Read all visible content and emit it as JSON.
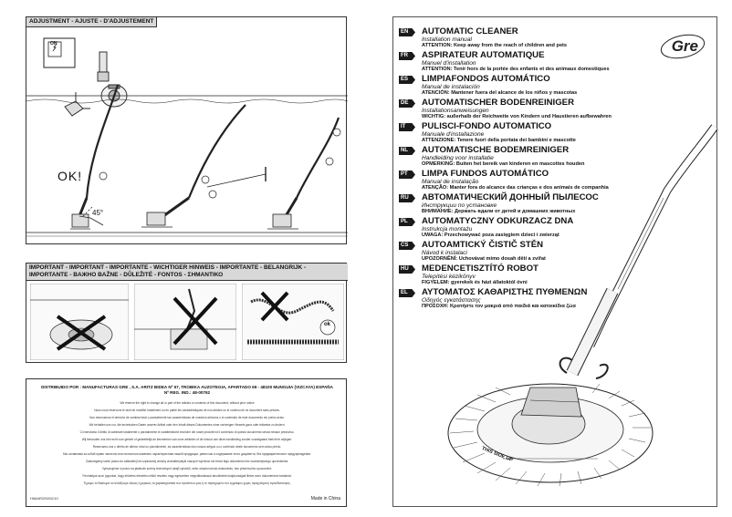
{
  "left_page": {
    "adjustment_header": "ADJUSTMENT - AJUSTE - D'ADJUSTEMENT",
    "switch_label": "ON",
    "ok_label": "OK!",
    "angle_label": "45°",
    "important_header": "IMPORTANT - IMPORTANT - IMPORTANTE - WICHTIGER HINWEIS - IMPORTANTE - BELANGRIJK - IMPORTANTE - BAЖHO BAŽNE - DŮLEŽITÉ - FONTOS - ΣΗΜΑΝΤΙΚΟ",
    "ok_badge": "ok",
    "distributor_line1": "DISTRIBUIDO POR : MANUFACTURAS GRE , S.A. ARITZ BIDEA Nº 57, TROBIKA AUZOTEGIA, APARTADO 69 - 48100 MUNGUIA (VIZCAYA) ESPAÑA",
    "distributor_line2": "Nº REG. IND.: 48-00762",
    "notices": [
      "We reserve the right to change all or part of the articles or contents of this document, without prior notice",
      "Nous nous réservons le droit de modifier totalement ou en partie les caractéristiques de nos articles ou le contenu de ce document sans préavis.",
      "Nos reservamos el derecho de cambiar total o parcialmente las características de nuestros artículos o el contenido de este documento sin previo aviso.",
      "Wir behalten uns vor, die technischen Daten unserer Artikel oder den Inhalt dieses Dokumentes ohne vorherigen Hinweis ganz oder teilweise zu ändern.",
      "Ci riserviamo il diritto di cambiare totalmente o parzialmente le caratteristiche tecniche dei nostri prodotti ed il contenuto di questo documento senza nessun preavviso.",
      "Wij behouden ons het recht voor geheel of gedeeltelijk de kenmerken van onze artikelen of de inhoud van deze handleiding zonder voorafgaand bericht te wijzigen.",
      "Reservamo-nos o direito de alterar, total ou parcialmente, as características dos nossos artigos ou o conteúdo deste documento sem aviso prévio.",
      "Мы оставляем за собой право частично или полностью изменять характеристики нашей продукции, равно как и содержание этого документа, без предварительного предупреждения.",
      "Zastrzegamy sobie prawo do całkowitej lub częściowej zmiany charakterystyki naszych wyrobów lub treści tego dokumentu bez wcześniejszego uprzedzenia.",
      "Vyhrazujeme si právo na jakékoliv změny technických údajů výrobků, nebo obsahu tohoto dokumentu, bez předchozího upozornění.",
      "Fenntartjuk azon jogunkat, hogy előzetes értesítés nélkül részben vagy egészében megváltoztassuk árucikkeink tulajdonságait illetve ezen dokumentum tartalmát.",
      "Έχουμε το δικαίωμα να αλλάξουμε ολικώς ή μερικώς τα χαρακτηριστικά των προϊόντων μας ή το περιεχόμενο του εγγράφου χωρίς προηγούμενη προειδοποίηση."
    ],
    "doc_code": "HIMAR209/02/10",
    "made_in": "Made in China"
  },
  "right_page": {
    "brand": "Gre",
    "side_label": "THIS SIDE UP",
    "languages": [
      {
        "code": "EN",
        "title": "AUTOMATIC CLEANER",
        "subtitle": "Installation manual",
        "warning": "ATTENTION: Keep away from the reach of children and pets"
      },
      {
        "code": "FR",
        "title": "ASPIRATEUR AUTOMATIQUE",
        "subtitle": "Manuel d'installation",
        "warning": "ATTENTION: Tenir hors de la portée des enfants et des animaux domestiques"
      },
      {
        "code": "ES",
        "title": "LIMPIAFONDOS AUTOMÁTICO",
        "subtitle": "Manual de instalación",
        "warning": "ATENCIÓN: Mantener fuera del alcance de los niños y mascotas"
      },
      {
        "code": "DE",
        "title": "AUTOMATISCHER BODENREINIGER",
        "subtitle": "Installationsanweisungen",
        "warning": "WICHTIG: außerhalb der Reichweite von Kindern und Haustieren aufbewahren"
      },
      {
        "code": "IT",
        "title": "PULISCI-FONDO AUTOMATICO",
        "subtitle": "Manuale d'installazione",
        "warning": "ATTENZIONE: Tenere fuori della portata dei bambini e mascotte"
      },
      {
        "code": "NL",
        "title": "AUTOMATISCHE BODEMREINIGER",
        "subtitle": "Handleiding voor installatie",
        "warning": "OPMERKING: Buiten het bereik van kinderen en mascottes houden"
      },
      {
        "code": "PT",
        "title": "LIMPA FUNDOS AUTOMÁTICO",
        "subtitle": "Manual de instalação",
        "warning": "ATENÇÃO: Manter fora do alcance das crianças e dos animais de companhia"
      },
      {
        "code": "RU",
        "title": "АВТОМАТИЧЕСКИЙ ДОННЫЙ ПЫЛЕСОС",
        "subtitle": "Инструкции по установке",
        "warning": "ВНИМАНИЕ: Держать вдали от детей и домашних животных"
      },
      {
        "code": "PL",
        "title": "AUTOMATYCZNY ODKURZACZ DNA",
        "subtitle": "Instrukcja montażu",
        "warning": "UWAGA: Przechowywać poza zasięgiem dzieci i zwierząt"
      },
      {
        "code": "CS",
        "title": "AUTOAMTICKÝ ČISTIČ STĚN",
        "subtitle": "Návod k instalaci",
        "warning": "UPOZORNĚNÍ: Uchovávat mimo dosah dětí a zvířat"
      },
      {
        "code": "HU",
        "title": "MEDENCETISZTÍTÓ ROBOT",
        "subtitle": "Telepítési kézikönyv",
        "warning": "FIGYELEM: gyerekek és házi állatoktól óvni"
      },
      {
        "code": "EL",
        "title": "ΑΥΤΟΜΑΤΟΣ ΚΑΘΑΡΙΣΤΗΣ ΠΥΘΜΕΝΩΝ",
        "subtitle": "Οδηγός εγκατάστασης",
        "warning": "ΠΡΟΣΟΧΗ: Κρατήστε τον μακριά από παιδιά και κατοικίδια ζώα"
      }
    ]
  }
}
